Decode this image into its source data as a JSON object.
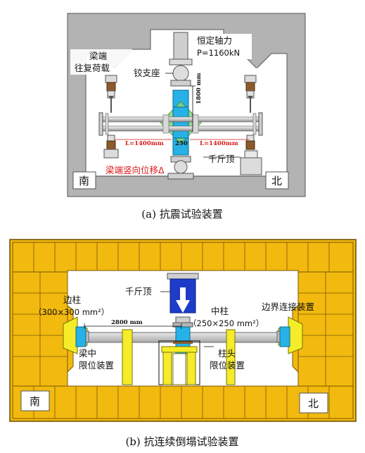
{
  "panel_a": {
    "caption": "(a)  抗震试验装置",
    "labels": {
      "axial_force_title": "恒定轴力",
      "axial_force_value": "P=1160kN",
      "beam_end_load_1": "梁端",
      "beam_end_load_2": "往复荷载",
      "hinge_support": "铰支座",
      "column_height": "1800 mm",
      "span_left": "L=1400mm",
      "span_right": "L=1400mm",
      "column_size": "250",
      "jack": "千斤顶",
      "beam_disp": "梁端竖向位移Δ",
      "south": "南",
      "north": "北"
    }
  },
  "panel_b": {
    "caption": "(b)  抗连续倒塌试验装置",
    "labels": {
      "jack": "千斤顶",
      "side_column_1": "边柱",
      "side_column_2": "（300×300 mm²）",
      "middle_column_1": "中柱",
      "middle_column_2": "（250×250 mm²）",
      "boundary_device": "边界连接装置",
      "span": "2800 mm",
      "beam_mid_limit_1": "梁中",
      "beam_mid_limit_2": "限位装置",
      "column_head_limit_1": "柱头",
      "column_head_limit_2": "限位装置",
      "south": "南",
      "north": "北"
    }
  },
  "colors": {
    "frame_gray": "#b3b3b3",
    "frame_yellow": "#f2b90f",
    "column_cyan": "#26b2e6",
    "device_yellow": "#f5ec2a",
    "jack_blue": "#1e3cc8",
    "dim_red": "#d81a1a"
  }
}
